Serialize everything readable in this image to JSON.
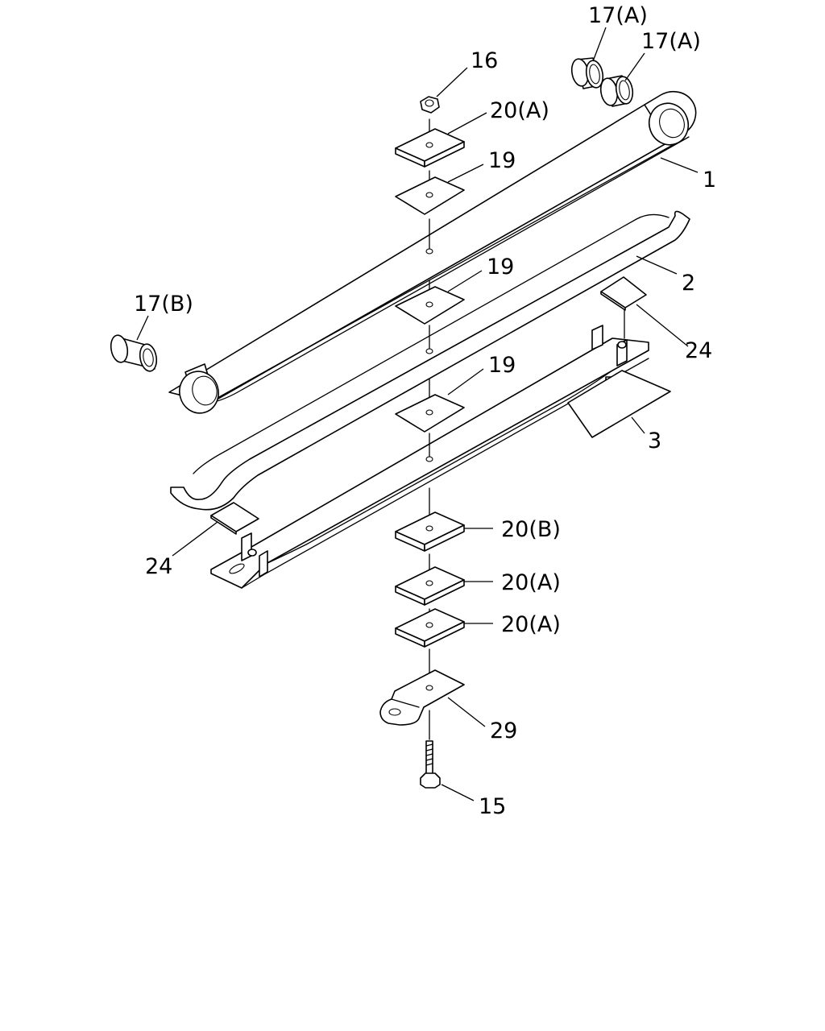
{
  "diagram": {
    "callouts": {
      "c_17a_1": "17(A)",
      "c_17a_2": "17(A)",
      "c_16": "16",
      "c_20a_top": "20(A)",
      "c_19_top": "19",
      "c_1": "1",
      "c_19_mid": "19",
      "c_2": "2",
      "c_17b": "17(B)",
      "c_24_right": "24",
      "c_19_low": "19",
      "c_3": "3",
      "c_20b": "20(B)",
      "c_24_left": "24",
      "c_20a_mid": "20(A)",
      "c_20a_low": "20(A)",
      "c_29": "29",
      "c_15": "15"
    }
  }
}
